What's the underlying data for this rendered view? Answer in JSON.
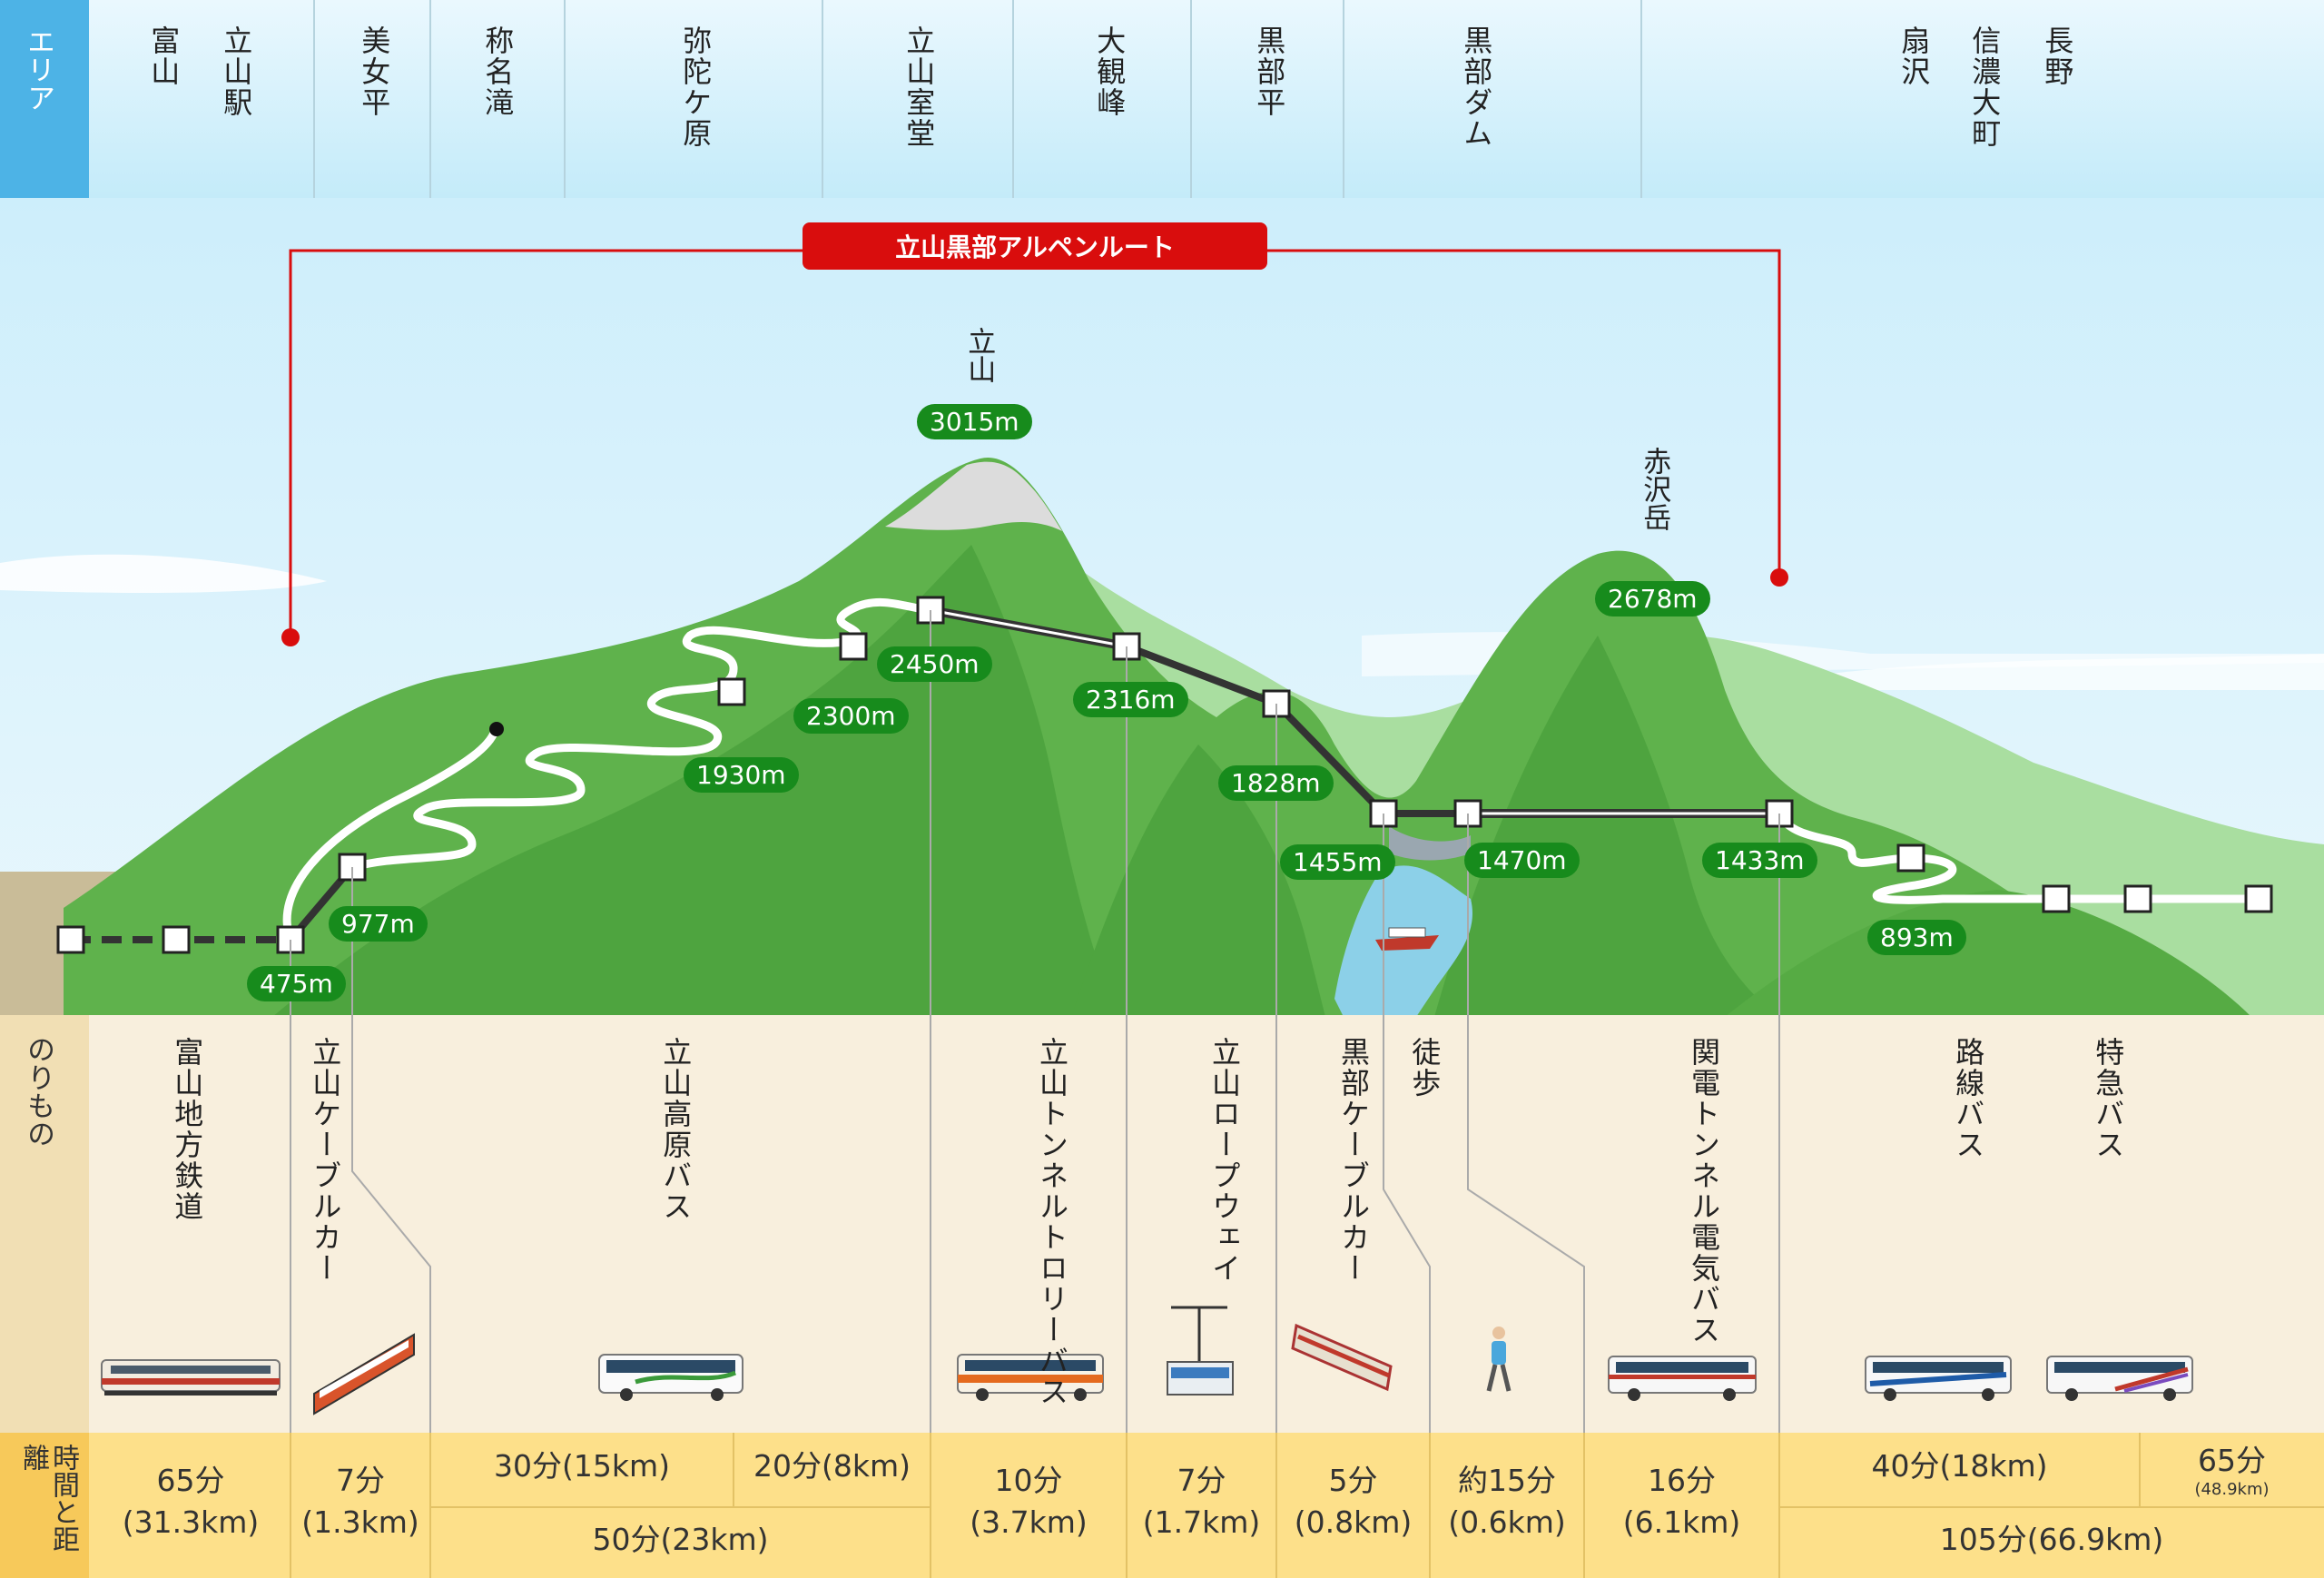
{
  "row_labels": {
    "area": "エリア",
    "transport": "のりもの",
    "time": "時間と距離"
  },
  "route_title": "立山黒部アルペンルート",
  "areas": [
    "富山",
    "立山駅",
    "美女平",
    "称名滝",
    "弥陀ケ原",
    "立山室堂",
    "大観峰",
    "黒部平",
    "黒部ダム",
    "扇沢",
    "信濃大町",
    "長野"
  ],
  "peaks": [
    {
      "name": "立山",
      "altitude": "3015m"
    },
    {
      "name": "赤沢岳",
      "altitude": "2678m"
    }
  ],
  "altitudes": [
    "475m",
    "977m",
    "1930m",
    "2300m",
    "2450m",
    "2316m",
    "1828m",
    "1455m",
    "1470m",
    "1433m",
    "893m"
  ],
  "transports": [
    "富山地方鉄道",
    "立山ケーブルカー",
    "立山高原バス",
    "立山トンネルトロリーバス",
    "立山ロープウェイ",
    "黒部ケーブルカー",
    "徒歩",
    "関電トンネル電気バス",
    "路線バス",
    "特急バス"
  ],
  "times": {
    "t1": "65分",
    "d1": "(31.3km)",
    "t2": "7分",
    "d2": "(1.3km)",
    "t3a": "30分(15km)",
    "t3b": "20分(8km)",
    "t3": "50分(23km)",
    "t4": "10分",
    "d4": "(3.7km)",
    "t5": "7分",
    "d5": "(1.7km)",
    "t6": "5分",
    "d6": "(0.8km)",
    "t7": "約15分",
    "d7": "(0.6km)",
    "t8": "16分",
    "d8": "(6.1km)",
    "t9a": "40分(18km)",
    "t9b": "65分",
    "d9b": "(48.9km)",
    "t9": "105分(66.9km)"
  },
  "colors": {
    "area_label_bg": "#4db3e6",
    "transport_label_bg": "#f1dfb4",
    "time_row_bg": "#fde08a",
    "route_red": "#d90d0d",
    "altitude_badge": "#178b1c",
    "mountain": "#5fb24c"
  }
}
